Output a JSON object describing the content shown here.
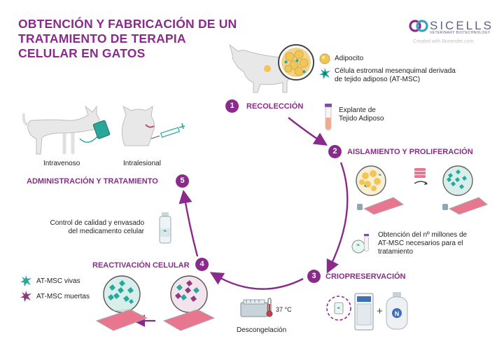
{
  "title": {
    "line1": "OBTENCIÓN Y FABRICACIÓN DE UN",
    "line2": "TRATAMIENTO DE TERAPIA",
    "line3": "CELULAR EN GATOS"
  },
  "logo": {
    "name": "SICELLS",
    "subtitle": "VETERINARY BIOTECHNOLOGY",
    "credit": "Created with Biorender.com"
  },
  "legend_top": {
    "adipocyte": "Adipocito",
    "msc_line1": "Célula estromal mesenquimal derivada",
    "msc_line2": "de tejido adiposo (AT-MSC)"
  },
  "steps": [
    {
      "number": "1",
      "label": "RECOLECCIÓN"
    },
    {
      "number": "2",
      "label": "AISLAMIENTO Y PROLIFERACIÓN"
    },
    {
      "number": "3",
      "label": "CRIOPRESERVACIÓN"
    },
    {
      "number": "4",
      "label": "REACTIVACIÓN CELULAR"
    },
    {
      "number": "5",
      "label": "ADMINISTRACIÓN Y TRATAMIENTO"
    }
  ],
  "annotations": {
    "explant_line1": "Explante de",
    "explant_line2": "Tejido Adiposo",
    "count_line1": "Obtención del nº millones de",
    "count_line2": "AT-MSC necesarios para el",
    "count_line3": "tratamiento",
    "qc_line1": "Control de calidad y envasado",
    "qc_line2": "del medicamento celular",
    "intravenous": "Intravenoso",
    "intralesional": "Intralesional",
    "thaw": "Descongelación",
    "temperature": "37 °C",
    "nitrogen_symbol": "N"
  },
  "legend_bottom": {
    "alive": "AT-MSC vivas",
    "dead": "AT-MSC muertas"
  },
  "colors": {
    "accent": "#8a2b8c",
    "cell_teal": "#2aa69a",
    "cell_dead": "#8a3d7a",
    "flask_media": "#e9768f",
    "adipocyte": "#f1c656"
  }
}
